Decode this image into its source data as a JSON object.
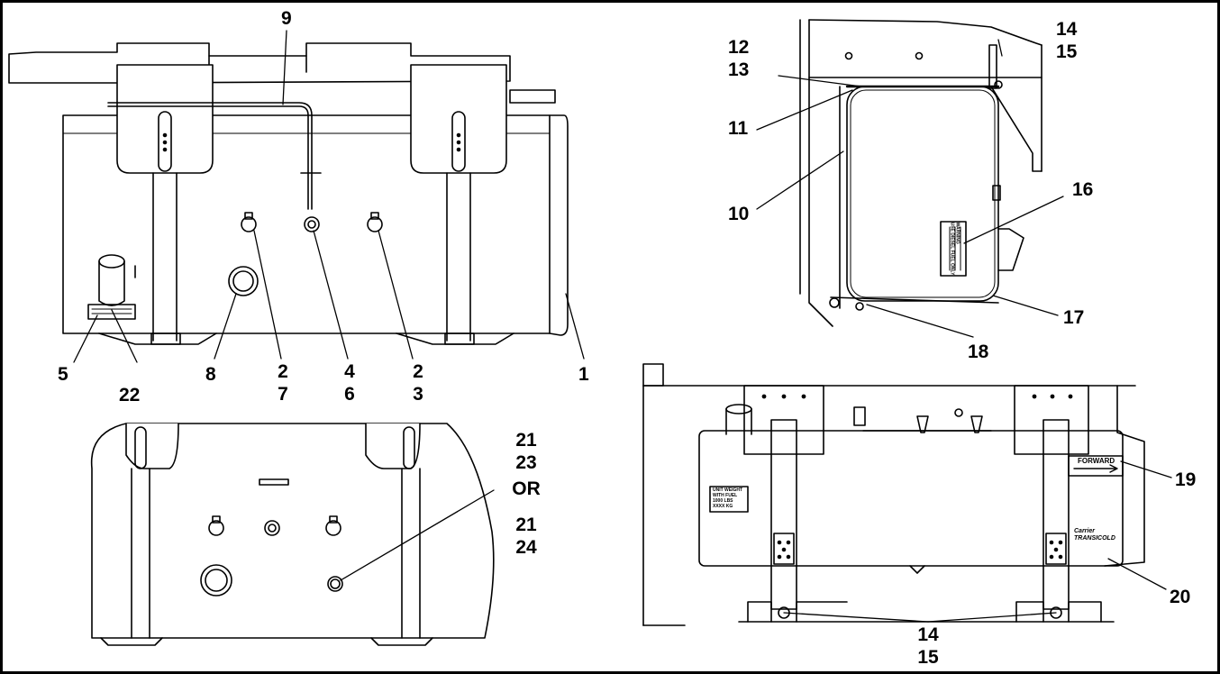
{
  "callouts": {
    "c9": "9",
    "c12": "12",
    "c13": "13",
    "c14a": "14",
    "c15a": "15",
    "c11": "11",
    "c10": "10",
    "c16": "16",
    "c17": "17",
    "c18": "18",
    "c5": "5",
    "c22": "22",
    "c8": "8",
    "c2_7": [
      "2",
      "7"
    ],
    "c4_6": [
      "4",
      "6"
    ],
    "c2_3": [
      "2",
      "3"
    ],
    "c1": "1",
    "c21_23": [
      "21",
      "23"
    ],
    "c_or": "OR",
    "c21_24": [
      "21",
      "24"
    ],
    "c19": "19",
    "c20": "20",
    "c14b": "14",
    "c15b": "15"
  },
  "decals": {
    "forward": "FORWARD",
    "weight": [
      "UNIT WEIGHT",
      "WITH FUEL",
      "1000 LBS",
      "XXXX KG"
    ],
    "brand": [
      "Carrier",
      "TRANSICOLD"
    ],
    "side_label": [
      "WARNING",
      "USE DIESEL FUEL ONLY"
    ]
  },
  "colors": {
    "line": "#000000",
    "background": "#ffffff"
  }
}
